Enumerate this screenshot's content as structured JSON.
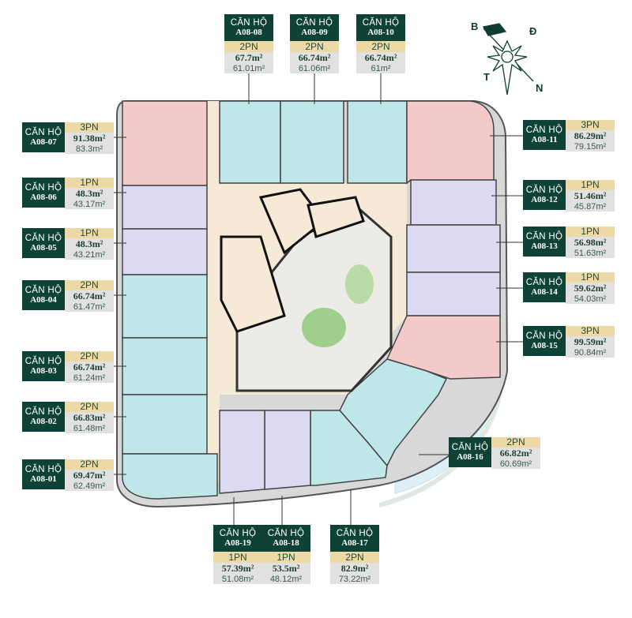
{
  "header_label": "CĂN HỘ",
  "compass": {
    "north": "B",
    "east": "Đ",
    "west": "T",
    "south": "N"
  },
  "colors": {
    "label_dark": "#0f4236",
    "label_tan": "#ecd9a6",
    "label_grey": "#e1e1e1",
    "unit_3pn": "#f4c9c9",
    "unit_2pn": "#bfe6e8",
    "unit_1pn": "#dcdaf3",
    "corridor": "#f6ead6"
  },
  "units": [
    {
      "id": "A08-01",
      "type": "2PN",
      "gross": "69.47m²",
      "net": "62.49m²"
    },
    {
      "id": "A08-02",
      "type": "2PN",
      "gross": "66.83m²",
      "net": "61.48m²"
    },
    {
      "id": "A08-03",
      "type": "2PN",
      "gross": "66.74m²",
      "net": "61.24m²"
    },
    {
      "id": "A08-04",
      "type": "2PN",
      "gross": "66.74m²",
      "net": "61.47m²"
    },
    {
      "id": "A08-05",
      "type": "1PN",
      "gross": "48.3m²",
      "net": "43.21m²"
    },
    {
      "id": "A08-06",
      "type": "1PN",
      "gross": "48.3m²",
      "net": "43.17m²"
    },
    {
      "id": "A08-07",
      "type": "3PN",
      "gross": "91.38m²",
      "net": "83.3m²"
    },
    {
      "id": "A08-08",
      "type": "2PN",
      "gross": "67.7m²",
      "net": "61.01m²"
    },
    {
      "id": "A08-09",
      "type": "2PN",
      "gross": "66.74m²",
      "net": "61.06m²"
    },
    {
      "id": "A08-10",
      "type": "2PN",
      "gross": "66.74m²",
      "net": "61m²"
    },
    {
      "id": "A08-11",
      "type": "3PN",
      "gross": "86.29m²",
      "net": "79.15m²"
    },
    {
      "id": "A08-12",
      "type": "1PN",
      "gross": "51.46m²",
      "net": "45.87m²"
    },
    {
      "id": "A08-13",
      "type": "1PN",
      "gross": "56.98m²",
      "net": "51.63m²"
    },
    {
      "id": "A08-14",
      "type": "1PN",
      "gross": "59.62m²",
      "net": "54.03m²"
    },
    {
      "id": "A08-15",
      "type": "3PN",
      "gross": "99.59m²",
      "net": "90.84m²"
    },
    {
      "id": "A08-16",
      "type": "2PN",
      "gross": "66.82m²",
      "net": "60.69m²"
    },
    {
      "id": "A08-17",
      "type": "2PN",
      "gross": "82.9m²",
      "net": "73.22m²"
    },
    {
      "id": "A08-18",
      "type": "1PN",
      "gross": "53.5m²",
      "net": "48.12m²"
    },
    {
      "id": "A08-19",
      "type": "1PN",
      "gross": "57.39m²",
      "net": "51.08m²"
    }
  ]
}
